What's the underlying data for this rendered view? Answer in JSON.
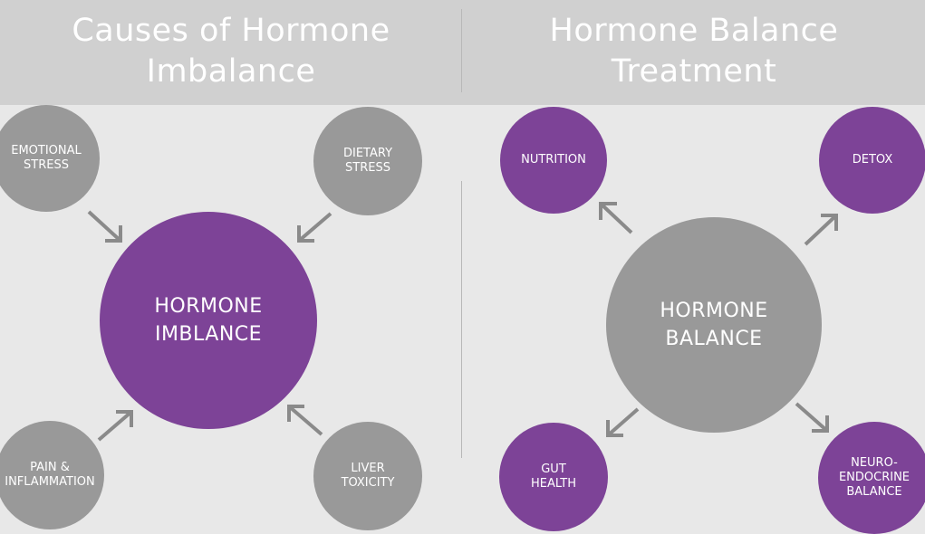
{
  "colors": {
    "purple": "#7d4397",
    "gray": "#999999",
    "header": "#d0d0d0",
    "background": "#e8e8e8",
    "arrow": "#8a8a8a"
  },
  "left_panel": {
    "title": "Causes of Hormone\nImbalance",
    "center": "HORMONE\nIMBLANCE",
    "nodes": {
      "emotional_stress": "EMOTIONAL\nSTRESS",
      "dietary_stress": "DIETARY\nSTRESS",
      "pain_inflammation": "PAIN &\nINFLAMMATION",
      "liver_toxicity": "LIVER\nTOXICITY"
    }
  },
  "right_panel": {
    "title": "Hormone Balance\nTreatment",
    "center": "HORMONE\nBALANCE",
    "nodes": {
      "nutrition": "NUTRITION",
      "detox": "DETOX",
      "gut_health": "GUT\nHEALTH",
      "neuroendocrine_balance": "NEURO-\nENDOCRINE\nBALANCE"
    }
  }
}
